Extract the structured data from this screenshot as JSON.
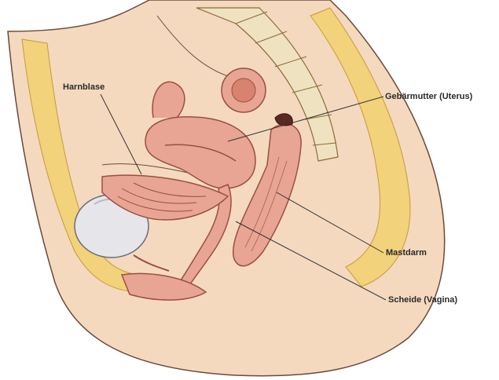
{
  "labels": {
    "bladder": "Harnblase",
    "uterus": "Gebärmutter (Uterus)",
    "rectum": "Mastdarm",
    "vagina": "Scheide (Vagina)"
  },
  "colors": {
    "skin": "#f4d9bf",
    "skin_outline": "#6b4a3a",
    "fat": "#f2d27a",
    "fat_dark": "#e2b24e",
    "organ": "#e9a593",
    "organ_dark": "#c8705e",
    "bladder_fill": "#e6e6ea",
    "bone": "#efe2c0",
    "leader_line": "#333333"
  }
}
